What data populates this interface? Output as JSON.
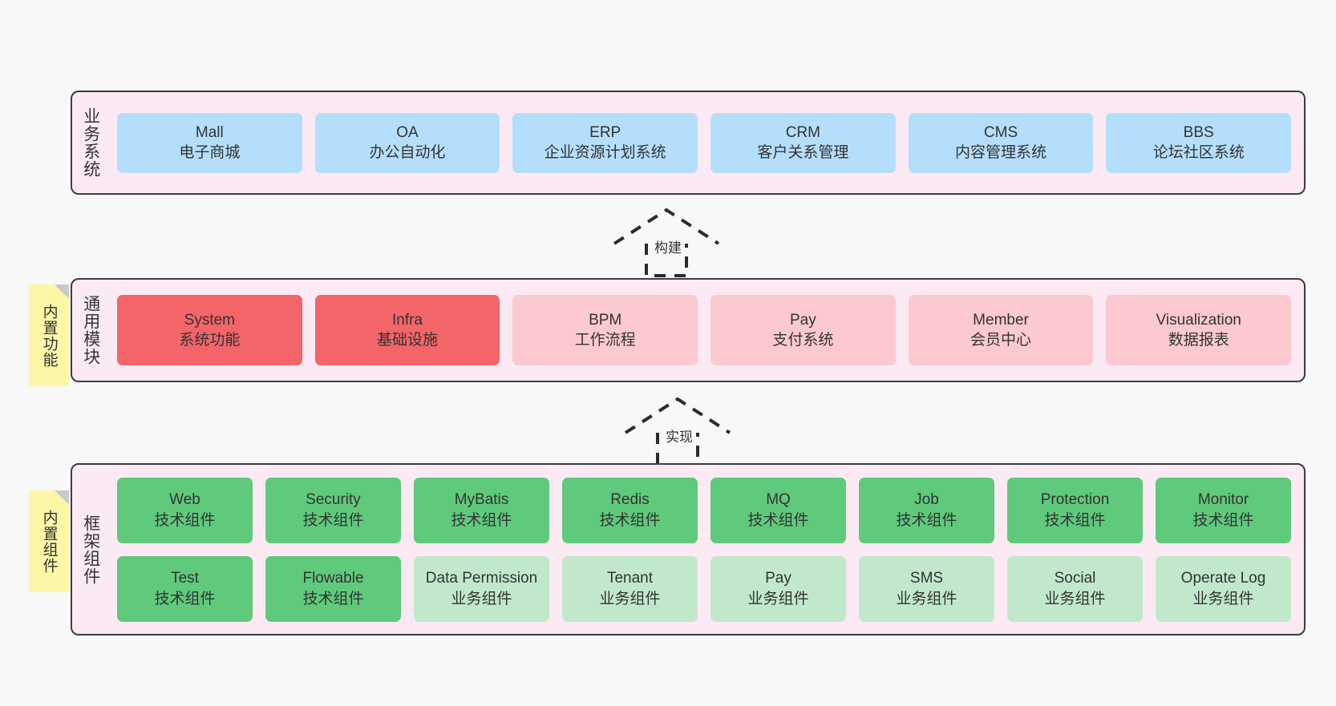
{
  "diagram": {
    "background_color": "#f8f8f8",
    "layer_fill": "#fbeaf4",
    "layer_border": "#3d3d44",
    "note_color": "#fbf7a6"
  },
  "layers": [
    {
      "id": "business",
      "title": "业务系统",
      "card_color": "#b4dffc",
      "rows": [
        [
          {
            "name": "Mall",
            "desc": "电子商城",
            "color": "#b4dffc"
          },
          {
            "name": "OA",
            "desc": "办公自动化",
            "color": "#b4dffc"
          },
          {
            "name": "ERP",
            "desc": "企业资源计划系统",
            "color": "#b4dffc"
          },
          {
            "name": "CRM",
            "desc": "客户关系管理",
            "color": "#b4dffc"
          },
          {
            "name": "CMS",
            "desc": "内容管理系统",
            "color": "#b4dffc"
          },
          {
            "name": "BBS",
            "desc": "论坛社区系统",
            "color": "#b4dffc"
          }
        ]
      ]
    },
    {
      "id": "common",
      "title": "通用模块",
      "note": "内置功能",
      "rows": [
        [
          {
            "name": "System",
            "desc": "系统功能",
            "color": "#f4656a"
          },
          {
            "name": "Infra",
            "desc": "基础设施",
            "color": "#f4656a"
          },
          {
            "name": "BPM",
            "desc": "工作流程",
            "color": "#fcc9d1"
          },
          {
            "name": "Pay",
            "desc": "支付系统",
            "color": "#fcc9d1"
          },
          {
            "name": "Member",
            "desc": "会员中心",
            "color": "#fcc9d1"
          },
          {
            "name": "Visualization",
            "desc": "数据报表",
            "color": "#fcc9d1"
          }
        ]
      ]
    },
    {
      "id": "framework",
      "title": "框架组件",
      "note": "内置组件",
      "rows": [
        [
          {
            "name": "Web",
            "desc": "技术组件",
            "color": "#5fca7c"
          },
          {
            "name": "Security",
            "desc": "技术组件",
            "color": "#5fca7c"
          },
          {
            "name": "MyBatis",
            "desc": "技术组件",
            "color": "#5fca7c"
          },
          {
            "name": "Redis",
            "desc": "技术组件",
            "color": "#5fca7c"
          },
          {
            "name": "MQ",
            "desc": "技术组件",
            "color": "#5fca7c"
          },
          {
            "name": "Job",
            "desc": "技术组件",
            "color": "#5fca7c"
          },
          {
            "name": "Protection",
            "desc": "技术组件",
            "color": "#5fca7c"
          },
          {
            "name": "Monitor",
            "desc": "技术组件",
            "color": "#5fca7c"
          }
        ],
        [
          {
            "name": "Test",
            "desc": "技术组件",
            "color": "#5fca7c"
          },
          {
            "name": "Flowable",
            "desc": "技术组件",
            "color": "#5fca7c"
          },
          {
            "name": "Data Permission",
            "desc": "业务组件",
            "color": "#c2e8cb"
          },
          {
            "name": "Tenant",
            "desc": "业务组件",
            "color": "#c2e8cb"
          },
          {
            "name": "Pay",
            "desc": "业务组件",
            "color": "#c2e8cb"
          },
          {
            "name": "SMS",
            "desc": "业务组件",
            "color": "#c2e8cb"
          },
          {
            "name": "Social",
            "desc": "业务组件",
            "color": "#c2e8cb"
          },
          {
            "name": "Operate Log",
            "desc": "业务组件",
            "color": "#c2e8cb"
          }
        ]
      ]
    }
  ],
  "arrows": [
    {
      "id": "build",
      "label": "构建"
    },
    {
      "id": "impl",
      "label": "实现"
    }
  ]
}
